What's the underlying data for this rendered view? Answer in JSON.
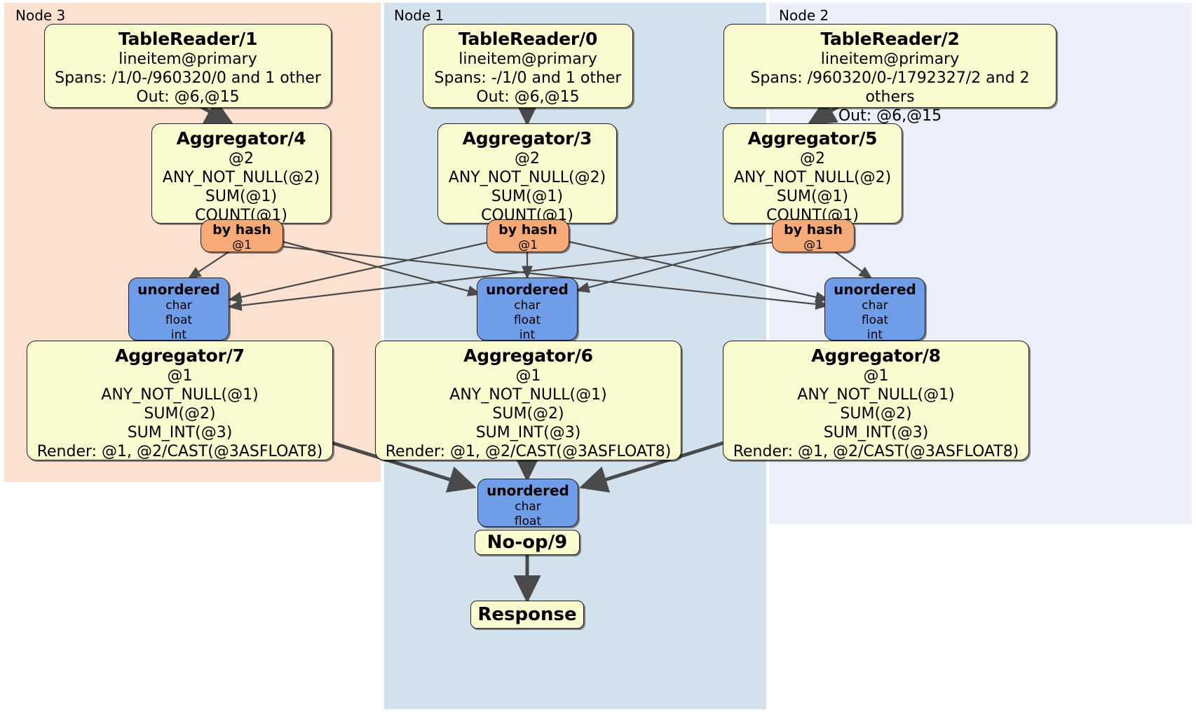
{
  "panels": [
    {
      "id": "node3",
      "label": "Node 3",
      "color": "#fce0d0"
    },
    {
      "id": "node1",
      "label": "Node 1",
      "color": "#d3e1ec"
    },
    {
      "id": "node2",
      "label": "Node 2",
      "color": "#eaeffa"
    }
  ],
  "colors": {
    "processor_fill": "#fbfbd0",
    "router_fill": "#f5aa77",
    "sync_fill": "#6f9de8",
    "border": "#241f1f",
    "edge": "#4a4a4a"
  },
  "nodes": {
    "tablereader_1": {
      "title": "TableReader/1",
      "l1": "lineitem@primary",
      "l2": "Spans: /1/0-/960320/0 and 1 other",
      "l3": "Out: @6,@15"
    },
    "tablereader_0": {
      "title": "TableReader/0",
      "l1": "lineitem@primary",
      "l2": "Spans: -/1/0 and 1 other",
      "l3": "Out: @6,@15"
    },
    "tablereader_2": {
      "title": "TableReader/2",
      "l1": "lineitem@primary",
      "l2": "Spans: /960320/0-/1792327/2 and 2 others",
      "l3": "Out: @6,@15"
    },
    "aggregator_4": {
      "title": "Aggregator/4",
      "l1": "@2",
      "l2": "ANY_NOT_NULL(@2)",
      "l3": "SUM(@1)",
      "l4": "COUNT(@1)"
    },
    "aggregator_3": {
      "title": "Aggregator/3",
      "l1": "@2",
      "l2": "ANY_NOT_NULL(@2)",
      "l3": "SUM(@1)",
      "l4": "COUNT(@1)"
    },
    "aggregator_5": {
      "title": "Aggregator/5",
      "l1": "@2",
      "l2": "ANY_NOT_NULL(@2)",
      "l3": "SUM(@1)",
      "l4": "COUNT(@1)"
    },
    "byhash_left": {
      "title": "by hash",
      "l1": "@1"
    },
    "byhash_center": {
      "title": "by hash",
      "l1": "@1"
    },
    "byhash_right": {
      "title": "by hash",
      "l1": "@1"
    },
    "unordered_left": {
      "title": "unordered",
      "l1": "char",
      "l2": "float",
      "l3": "int"
    },
    "unordered_center": {
      "title": "unordered",
      "l1": "char",
      "l2": "float",
      "l3": "int"
    },
    "unordered_right": {
      "title": "unordered",
      "l1": "char",
      "l2": "float",
      "l3": "int"
    },
    "aggregator_7": {
      "title": "Aggregator/7",
      "l1": "@1",
      "l2": "ANY_NOT_NULL(@1)",
      "l3": "SUM(@2)",
      "l4": "SUM_INT(@3)",
      "l5": "Render: @1, @2/CAST(@3ASFLOAT8)"
    },
    "aggregator_6": {
      "title": "Aggregator/6",
      "l1": "@1",
      "l2": "ANY_NOT_NULL(@1)",
      "l3": "SUM(@2)",
      "l4": "SUM_INT(@3)",
      "l5": "Render: @1, @2/CAST(@3ASFLOAT8)"
    },
    "aggregator_8": {
      "title": "Aggregator/8",
      "l1": "@1",
      "l2": "ANY_NOT_NULL(@1)",
      "l3": "SUM(@2)",
      "l4": "SUM_INT(@3)",
      "l5": "Render: @1, @2/CAST(@3ASFLOAT8)"
    },
    "unordered_final": {
      "title": "unordered",
      "l1": "char",
      "l2": "float"
    },
    "noop_9": {
      "title": "No-op/9"
    },
    "response": {
      "title": "Response"
    }
  }
}
